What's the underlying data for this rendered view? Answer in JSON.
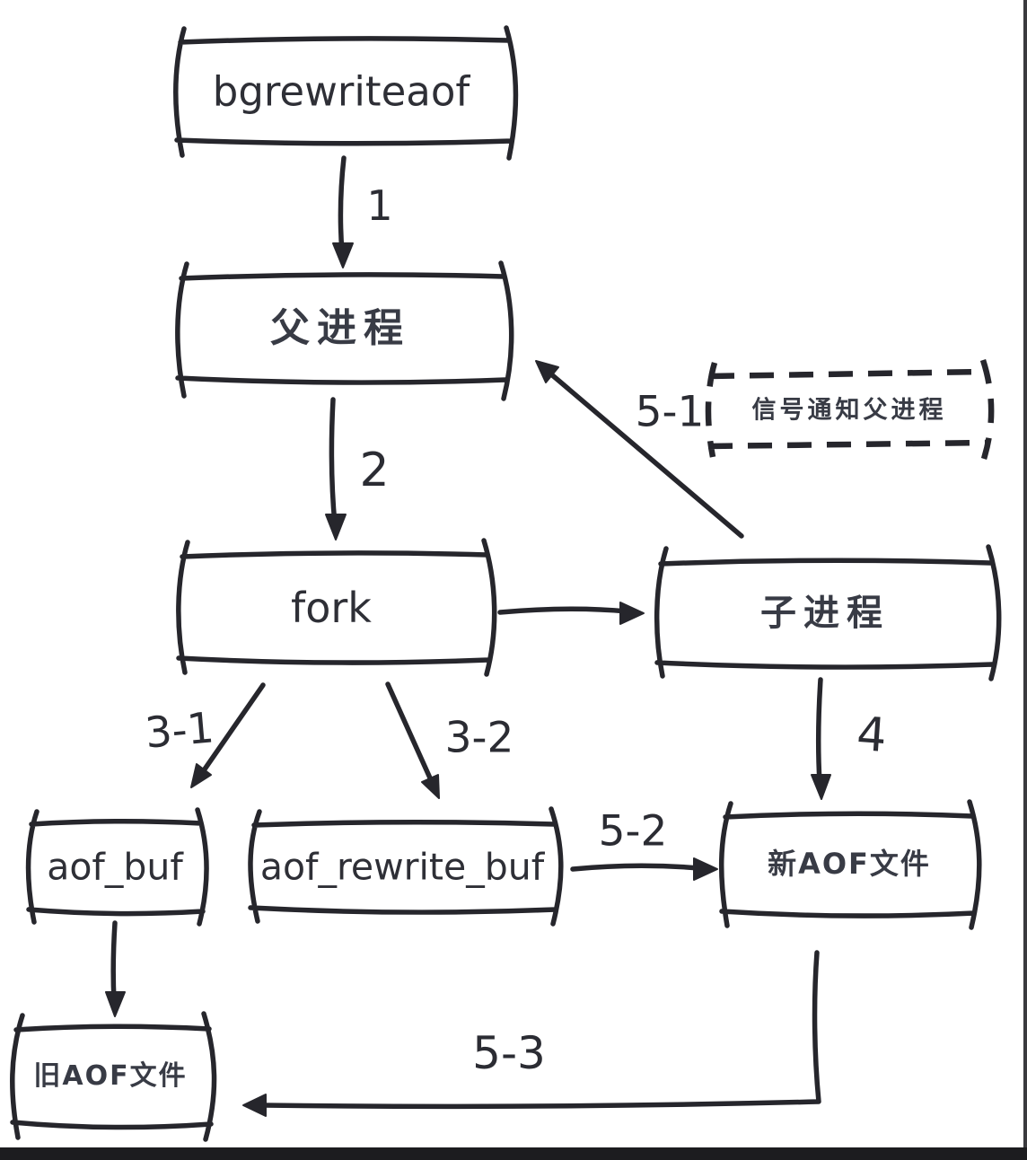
{
  "colors": {
    "background": "#ffffff",
    "ink": "#26262c",
    "cjk_text": "#383b45",
    "frame_right": "#3a3a3e",
    "frame_bottom": "#1c1c1f"
  },
  "nodes": {
    "bgrewriteaof": {
      "label": "bgrewriteaof"
    },
    "parent_process": {
      "label": "父进程"
    },
    "fork": {
      "label": "fork"
    },
    "child_process": {
      "label": "子进程"
    },
    "signal_notify": {
      "label": "信号通知父进程"
    },
    "aof_buf": {
      "label": "aof_buf"
    },
    "aof_rewrite_buf": {
      "label": "aof_rewrite_buf"
    },
    "new_aof_file": {
      "label": "新AOF文件"
    },
    "old_aof_file": {
      "label": "旧AOF文件"
    }
  },
  "edges": {
    "step1": {
      "label": "1"
    },
    "step2": {
      "label": "2"
    },
    "step3_1": {
      "label": "3-1"
    },
    "step3_2": {
      "label": "3-2"
    },
    "step4": {
      "label": "4"
    },
    "step5_1": {
      "label": "5-1"
    },
    "step5_2": {
      "label": "5-2"
    },
    "step5_3": {
      "label": "5-3"
    }
  }
}
